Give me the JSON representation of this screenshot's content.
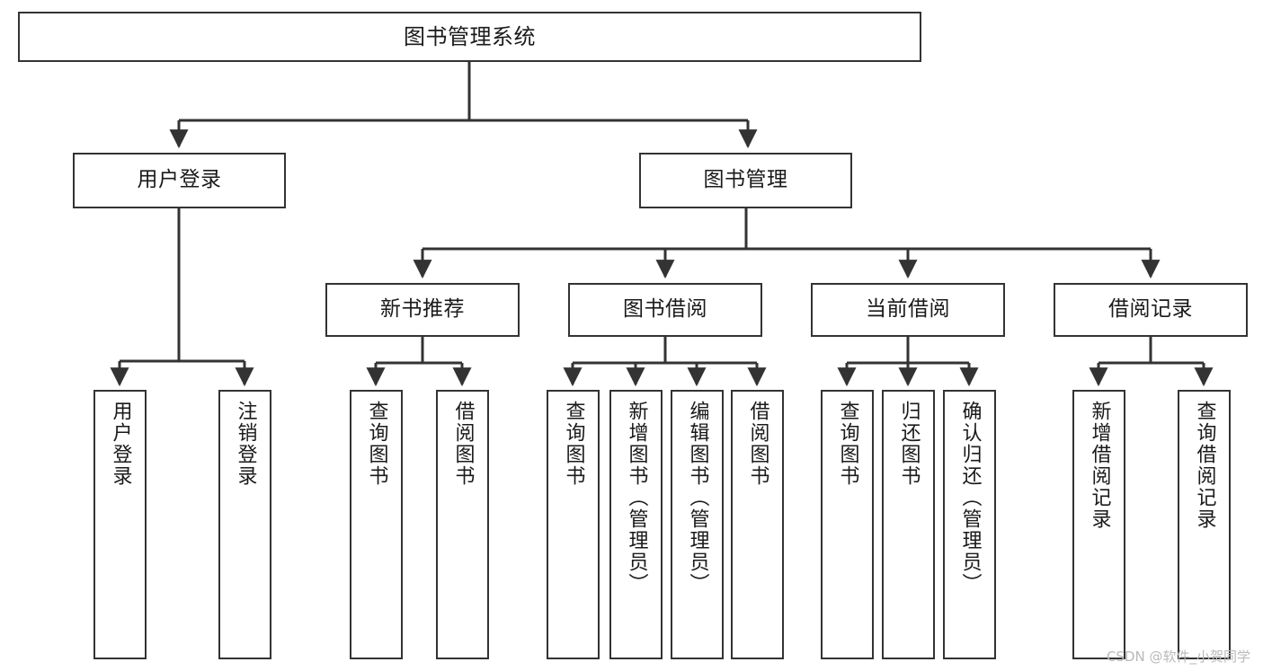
{
  "diagram": {
    "title": "图书管理系统",
    "type": "tree-hierarchy-chart",
    "watermark": "CSDN @软件_小贺同学",
    "colors": {
      "box_border": "#333333",
      "box_fill": "#ffffff",
      "edge": "#333333",
      "text": "#1a1a1a",
      "watermark": "#b9b9b9",
      "background": "#ffffff"
    }
  },
  "nodes": {
    "root": {
      "label": "图书管理系统"
    },
    "level2": [
      {
        "label": "用户登录"
      },
      {
        "label": "图书管理"
      }
    ],
    "level3": [
      {
        "label": "新书推荐"
      },
      {
        "label": "图书借阅"
      },
      {
        "label": "当前借阅"
      },
      {
        "label": "借阅记录"
      }
    ],
    "leaves": {
      "user_login": [
        {
          "label": "用户登录"
        },
        {
          "label": "注销登录"
        }
      ],
      "new_book_recommend": [
        {
          "label": "查询图书"
        },
        {
          "label": "借阅图书"
        }
      ],
      "book_borrow": [
        {
          "label": "查询图书"
        },
        {
          "label": "新增图书（管理员）"
        },
        {
          "label": "编辑图书（管理员）"
        },
        {
          "label": "借阅图书"
        }
      ],
      "current_borrow": [
        {
          "label": "查询图书"
        },
        {
          "label": "归还图书"
        },
        {
          "label": "确认归还（管理员）"
        }
      ],
      "borrow_record": [
        {
          "label": "新增借阅记录"
        },
        {
          "label": "查询借阅记录"
        }
      ]
    }
  }
}
